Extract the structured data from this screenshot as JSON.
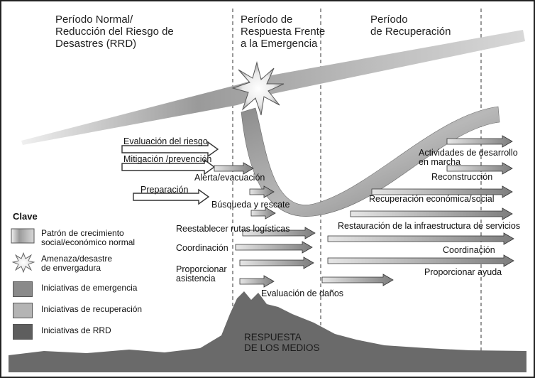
{
  "phases": [
    {
      "label": "Período Normal/\nReducción del Riesgo de\nDesastres (RRD)"
    },
    {
      "label": "Período de\nRespuesta Frente\na la Emergencia"
    },
    {
      "label": "Período\nde Recuperación"
    }
  ],
  "rrd_initiatives": [
    "Evaluación del riesgo",
    "Mitigación /prevención",
    "Preparación"
  ],
  "emergency_initiatives": [
    "Alerta/evacuación",
    "Búsqueda y rescate",
    "Reestablecer rutas logísticas",
    "Coordinación",
    "Proporcionar\nasistencia",
    "Evaluación de daños"
  ],
  "recovery_initiatives": [
    "Actividades de desarrollo\nen marcha",
    "Reconstrucción",
    "Recuperación económica/social",
    "Restauración de la infraestructura de servicios",
    "Coordinación",
    "Proporcionar ayuda"
  ],
  "media_label": "RESPUESTA\nDE LOS MEDIOS",
  "legend": {
    "title": "Clave",
    "items": [
      {
        "label": "Patrón de crecimiento\nsocial/económico normal",
        "swatch": "gradient-bar"
      },
      {
        "label": "Amenaza/desastre\nde envergadura",
        "swatch": "star"
      },
      {
        "label": "Iniciativas de emergencia",
        "swatch": "#8a8a8a"
      },
      {
        "label": "Iniciativas de recuperación",
        "swatch": "#b4b4b4"
      },
      {
        "label": "Iniciativas de RRD",
        "swatch": "#5e5e5e"
      }
    ]
  },
  "colors": {
    "emergency": "#8a8a8a",
    "recovery": "#b4b4b4",
    "rrd": "#5e5e5e",
    "media": "#6a6a6a",
    "divider": "#555555"
  }
}
